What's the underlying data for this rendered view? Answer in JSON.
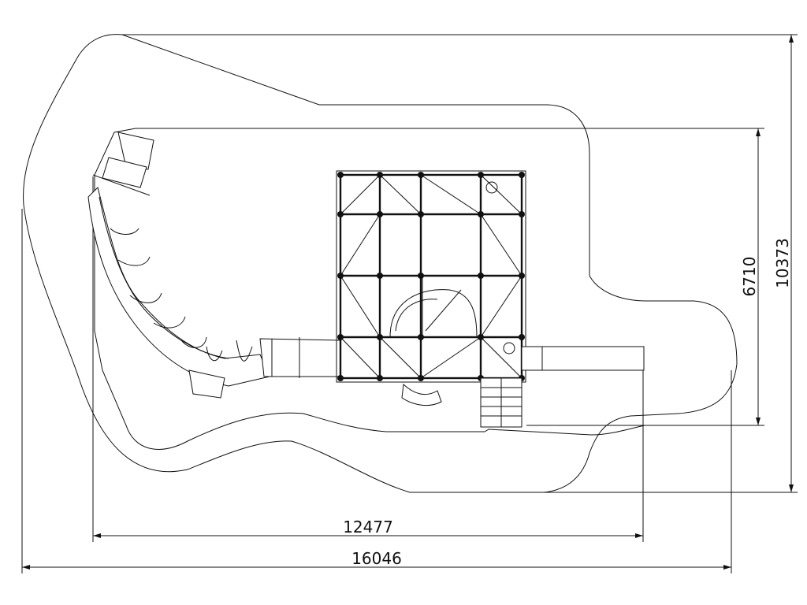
{
  "drawing": {
    "type": "playground equipment plan view with dimension lines",
    "dimensions": {
      "inner_width": "12477",
      "outer_width": "16046",
      "inner_height": "6710",
      "outer_height": "10373"
    },
    "line_color": "#111111",
    "background": "#ffffff"
  }
}
